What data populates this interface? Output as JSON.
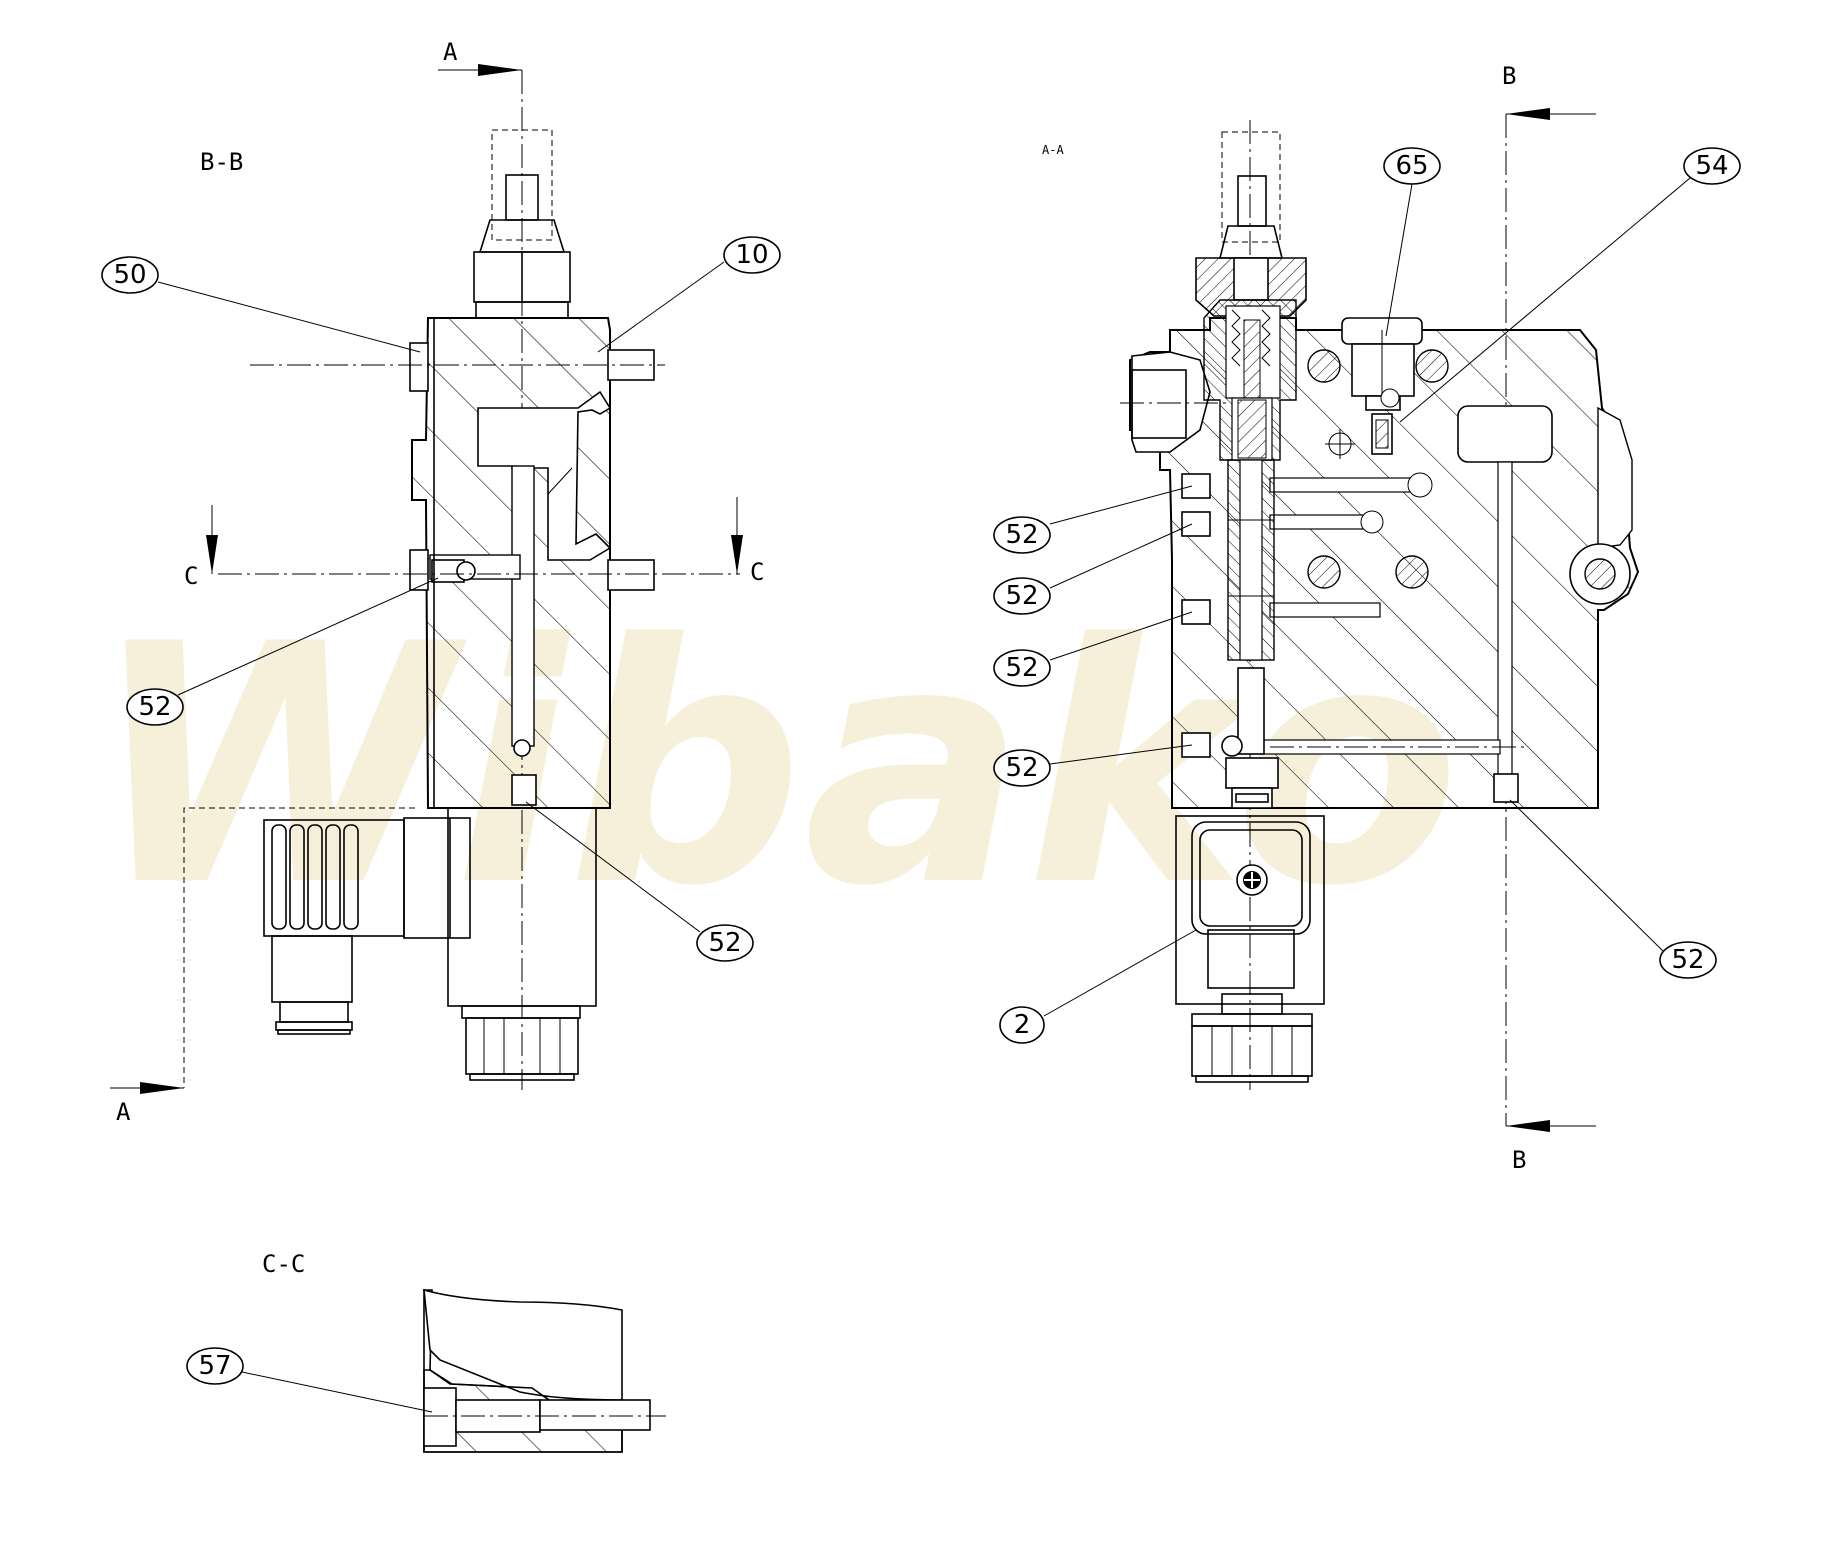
{
  "watermark": "Wibako",
  "views": {
    "bb": {
      "label": "B-B"
    },
    "aa": {
      "label": "A-A"
    },
    "cc": {
      "label": "C-C"
    }
  },
  "section_marks": {
    "a_top": "A",
    "a_bottom": "A",
    "b_top": "B",
    "b_bottom": "B",
    "c_left": "C",
    "c_right": "C"
  },
  "callouts": [
    {
      "id": "c50",
      "text": "50"
    },
    {
      "id": "c10",
      "text": "10"
    },
    {
      "id": "c52a",
      "text": "52"
    },
    {
      "id": "c52b",
      "text": "52"
    },
    {
      "id": "c65",
      "text": "65"
    },
    {
      "id": "c54",
      "text": "54"
    },
    {
      "id": "c52c",
      "text": "52"
    },
    {
      "id": "c52d",
      "text": "52"
    },
    {
      "id": "c52e",
      "text": "52"
    },
    {
      "id": "c52f",
      "text": "52"
    },
    {
      "id": "c2",
      "text": "2"
    },
    {
      "id": "c52g",
      "text": "52"
    },
    {
      "id": "c57",
      "text": "57"
    }
  ]
}
